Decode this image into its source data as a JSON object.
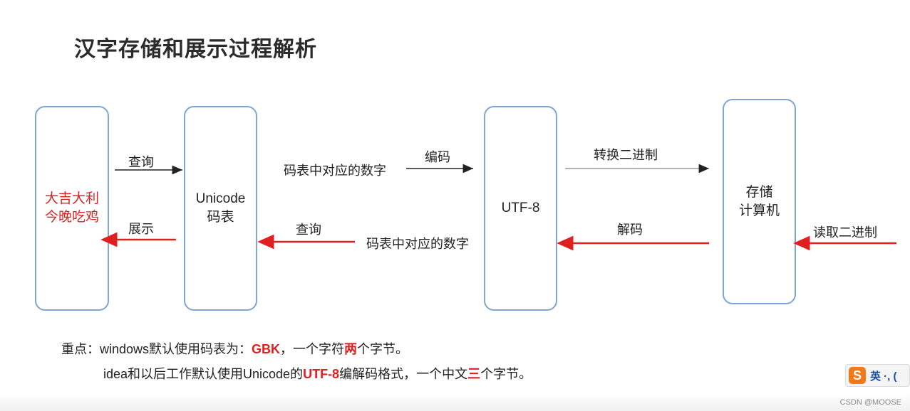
{
  "title": "汉字存储和展示过程解析",
  "boxes": {
    "chars": "大吉大利\n今晚吃鸡",
    "unicode": "Unicode\n码表",
    "utf8": "UTF-8",
    "storage": "存储\n计算机"
  },
  "labels": {
    "query_top": "查询",
    "display": "展示",
    "number_top": "码表中对应的数字",
    "encode": "编码",
    "query_bottom": "查询",
    "number_bottom": "码表中对应的数字",
    "convert_binary": "转换二进制",
    "decode": "解码",
    "read_binary": "读取二进制"
  },
  "notes": {
    "line1_prefix": "重点：windows默认使用码表为：",
    "line1_gbk": "GBK",
    "line1_mid": "，一个字符",
    "line1_two": "两",
    "line1_suffix": "个字节。",
    "line2_prefix": "idea和以后工作默认使用Unicode的",
    "line2_utf8": "UTF-8",
    "line2_mid": "编解码格式，一个中文",
    "line2_three": "三",
    "line2_suffix": "个字节。"
  },
  "ime": {
    "logo": "S",
    "text": "英 ·, ("
  },
  "watermark": "CSDN @MOOSE",
  "colors": {
    "box_border": "#7ea6d3",
    "red": "#e02020",
    "black_arrow": "#222222",
    "gray_arrow": "#999999"
  }
}
